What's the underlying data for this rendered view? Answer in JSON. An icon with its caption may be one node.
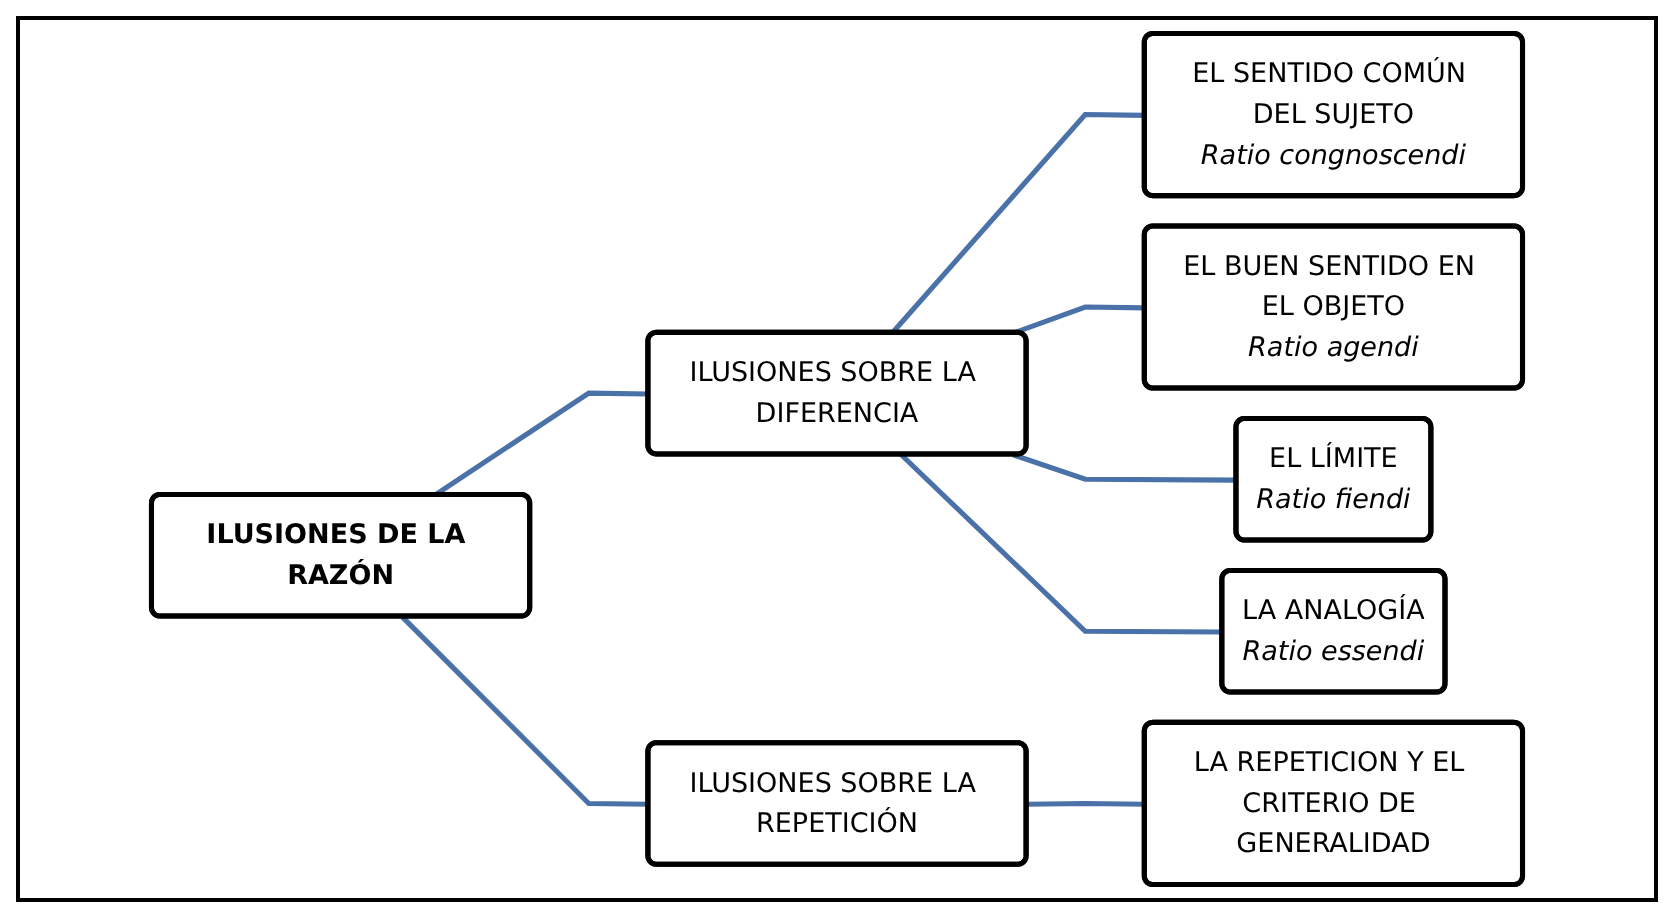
{
  "diagram": {
    "nodes": [
      {
        "text": [
          "ILUSIONES DE LA RAZÓN"
        ]
      },
      {
        "text": [
          "ILUSIONES SOBRE LA DIFERENCIA"
        ]
      },
      {
        "text": [
          "EL SENTIDO COMÚN DEL SUJETO",
          "Ratio congnoscendi"
        ]
      },
      {
        "text": [
          "EL BUEN SENTIDO EN EL OBJETO",
          "Ratio agendi"
        ]
      },
      {
        "text": [
          "EL LÍMITE",
          "Ratio fiendi"
        ]
      },
      {
        "text": [
          "LA ANALOGÍA",
          "Ratio essendi"
        ]
      },
      {
        "text": [
          "ILUSIONES SOBRE LA REPETICIÓN"
        ]
      },
      {
        "text": [
          "LA REPETICION Y EL CRITERIO DE GENERALIDAD"
        ]
      }
    ],
    "edges": [
      {
        "from": 0,
        "to": 1,
        "arrow": "none"
      },
      {
        "from": 0,
        "to": 6,
        "arrow": "none"
      },
      {
        "from": 1,
        "to": 2,
        "arrow": "none"
      },
      {
        "from": 1,
        "to": 3,
        "arrow": "none"
      },
      {
        "from": 1,
        "to": 4,
        "arrow": "none"
      },
      {
        "from": 1,
        "to": 5,
        "arrow": "none"
      },
      {
        "from": 6,
        "to": 7,
        "arrow": "none"
      }
    ]
  }
}
